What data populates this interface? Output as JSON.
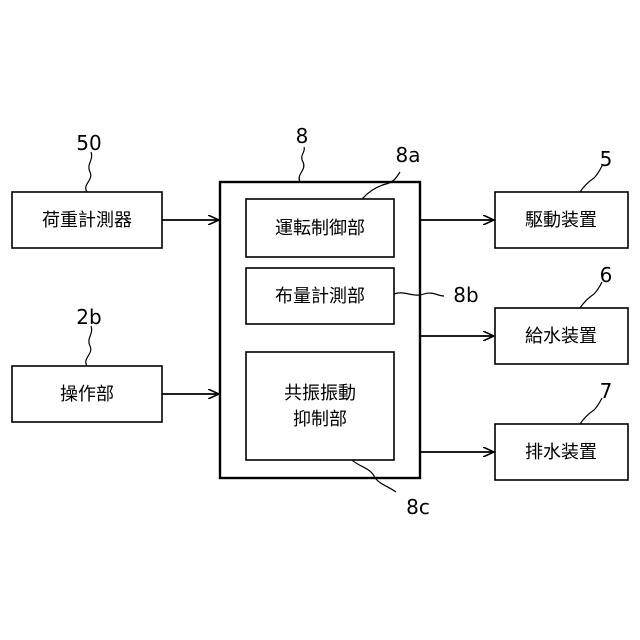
{
  "blocks": {
    "load_sensor": "荷重計測器",
    "operation_unit": "操作部",
    "operation_control": "運転制御部",
    "cloth_measure": "布量計測部",
    "resonance_line1": "共振振動",
    "resonance_line2": "抑制部",
    "drive_device": "駆動装置",
    "water_supply": "給水装置",
    "drain_device": "排水装置"
  },
  "refs": {
    "load_sensor": "50",
    "operation_unit": "2b",
    "controller": "8",
    "operation_control": "8a",
    "cloth_measure": "8b",
    "resonance": "8c",
    "drive_device": "5",
    "water_supply": "6",
    "drain_device": "7"
  }
}
